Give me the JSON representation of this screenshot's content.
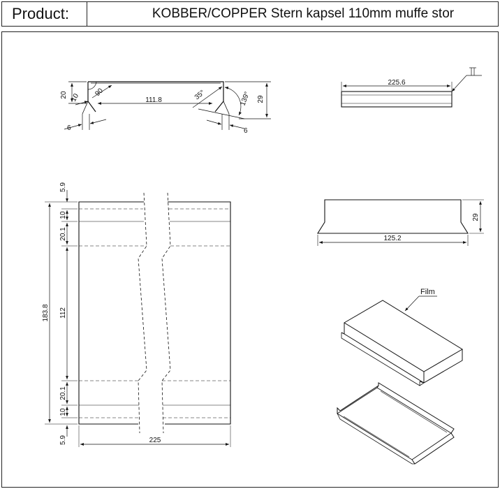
{
  "header": {
    "label": "Product:",
    "title": "KOBBER/COPPER Stern kapsel 110mm muffe stor"
  },
  "dimensions": {
    "profile": {
      "left_height": "20",
      "flange": "10",
      "angle_90": "90",
      "width": "111.8",
      "angle_35": "35°",
      "angle_139": "139°",
      "right_height": "29",
      "gap_left": "6",
      "gap_right": "6"
    },
    "top_view_length": "225.6",
    "side": {
      "height": "29",
      "width": "125.2"
    },
    "flat": {
      "top": "5.9",
      "band1": "10",
      "band2": "20.1",
      "total": "183.8",
      "middle": "112",
      "band3": "20.1",
      "band4": "10",
      "bottom": "5.9",
      "width": "225"
    },
    "film_label": "Film"
  }
}
